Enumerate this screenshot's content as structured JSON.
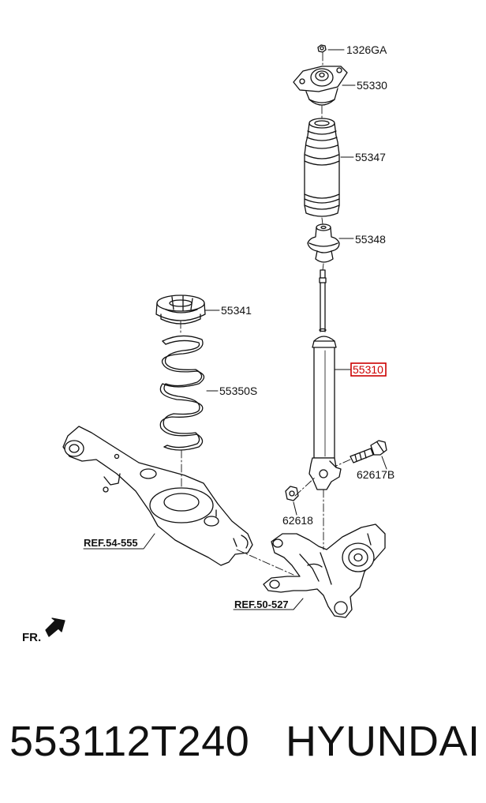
{
  "parts": {
    "p1326GA": "1326GA",
    "p55330": "55330",
    "p55347": "55347",
    "p55348": "55348",
    "p55341": "55341",
    "p55310": "55310",
    "p55350S": "55350S",
    "p62617B": "62617B",
    "p62618": "62618"
  },
  "refs": {
    "r54555": "REF.54-555",
    "r50527": "REF.50-527"
  },
  "direction": {
    "label": "FR."
  },
  "highlight_color": "#cc0000",
  "caption": {
    "part_number": "553112T240",
    "brand": "HYUNDAI"
  }
}
